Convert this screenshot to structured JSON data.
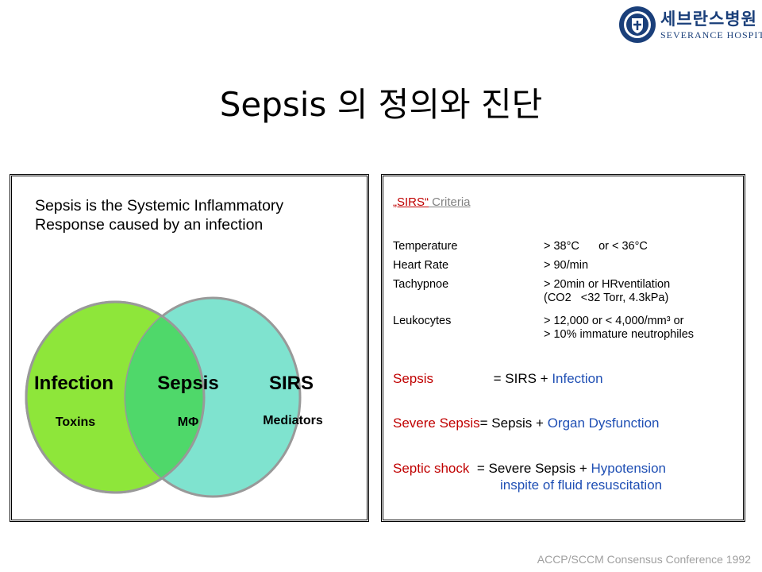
{
  "logo": {
    "korean": "세브란스병원",
    "english": "SEVERANCE HOSPITAL"
  },
  "title": "Sepsis 의 정의와 진단",
  "left_panel": {
    "intro_line1": "Sepsis is the Systemic Inflammatory",
    "intro_line2": "Response caused by an infection",
    "venn": {
      "left_label": "Infection",
      "left_sub": "Toxins",
      "center_label": "Sepsis",
      "center_sub": "MΦ",
      "right_label": "SIRS",
      "right_sub": "Mediators",
      "left_color": "#8ee63a",
      "right_color": "#7fe3cf",
      "overlap_color": "#4fd86a"
    }
  },
  "right_panel": {
    "criteria_title_part1": "„SIRS“",
    "criteria_title_part2": " Criteria",
    "criteria": [
      {
        "label": "Temperature",
        "value": "> 38°C      or < 36°C"
      },
      {
        "label": "Heart Rate",
        "value": "> 90/min"
      },
      {
        "label": "Tachypnoe",
        "value": "> 20min or HRventilation",
        "value2": "(CO2   <32 Torr, 4.3kPa)"
      },
      {
        "label": "Leukocytes",
        "value": "> 12,000 or < 4,000/mm³ or",
        "value2": "> 10% immature neutrophiles"
      }
    ],
    "definitions": [
      {
        "term": "Sepsis",
        "eq": "                = SIRS + ",
        "addition": "Infection"
      },
      {
        "term": "Severe Sepsis",
        "eq": "= Sepsis + ",
        "addition": "Organ Dysfunction"
      },
      {
        "term": "Septic shock",
        "eq": "  = Severe Sepsis + ",
        "addition": "Hypotension",
        "line2": "inspite of fluid resuscitation"
      }
    ]
  },
  "footer": "ACCP/SCCM Consensus Conference 1992",
  "colors": {
    "red": "#c00000",
    "blue": "#1f4fb4",
    "logo_blue": "#1a3f7a"
  }
}
